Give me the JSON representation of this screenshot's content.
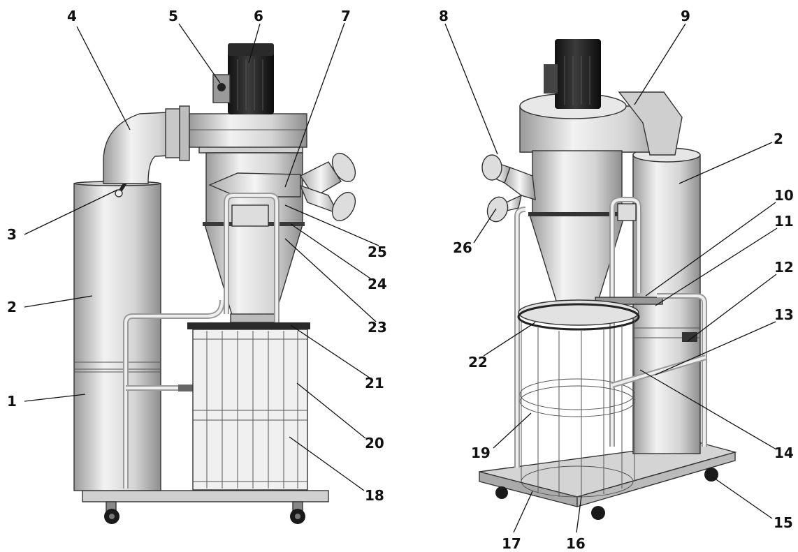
{
  "labels": {
    "l1": "1",
    "l2": "2",
    "l3": "3",
    "l4": "4",
    "l5": "5",
    "l6": "6",
    "l7": "7",
    "l8": "8",
    "l9": "9",
    "l10": "10",
    "l11": "11",
    "l12": "12",
    "l13": "13",
    "l14": "14",
    "l15": "15",
    "l16": "16",
    "l17": "17",
    "l18": "18",
    "l19": "19",
    "l20": "20",
    "l21": "21",
    "l22": "22",
    "l23": "23",
    "l24": "24",
    "l25": "25",
    "l26": "26",
    "r2": "2"
  }
}
